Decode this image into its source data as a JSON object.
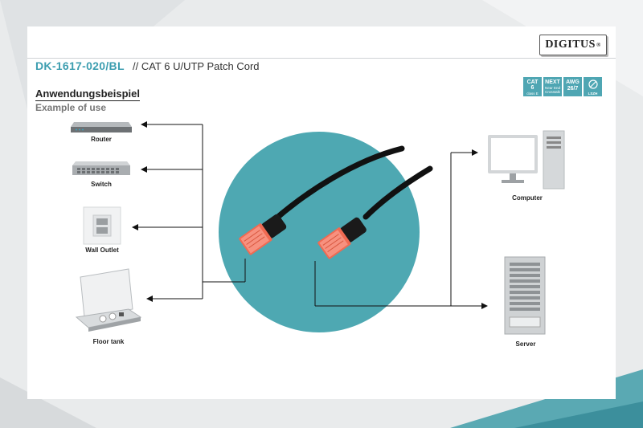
{
  "brand": "DIGITUS",
  "product": {
    "number": "DK-1617-020/BL",
    "description": "// CAT 6 U/UTP Patch Cord"
  },
  "heading": {
    "german": "Anwendungsbeispiel",
    "english": "Example of use"
  },
  "badges": [
    {
      "line1": "CAT",
      "line2": "6",
      "line3": "class E"
    },
    {
      "line1": "NEXT",
      "line2": "Near End",
      "line3": "Crosstalk"
    },
    {
      "line1": "AWG",
      "line2": "26/7",
      "line3": ""
    },
    {
      "line1": "",
      "line2": "",
      "line3": "LSZH"
    }
  ],
  "devices_left": [
    {
      "label": "Router",
      "icon": "router-icon"
    },
    {
      "label": "Switch",
      "icon": "switch-icon"
    },
    {
      "label": "Wall Outlet",
      "icon": "wall-outlet-icon"
    },
    {
      "label": "Floor tank",
      "icon": "floor-tank-icon"
    }
  ],
  "devices_right": [
    {
      "label": "Computer",
      "icon": "computer-icon"
    },
    {
      "label": "Server",
      "icon": "server-icon"
    }
  ],
  "colors": {
    "accent": "#3d9eb0",
    "circle": "#4ea8b2",
    "connector": "#f06a52",
    "cable": "#111111"
  }
}
